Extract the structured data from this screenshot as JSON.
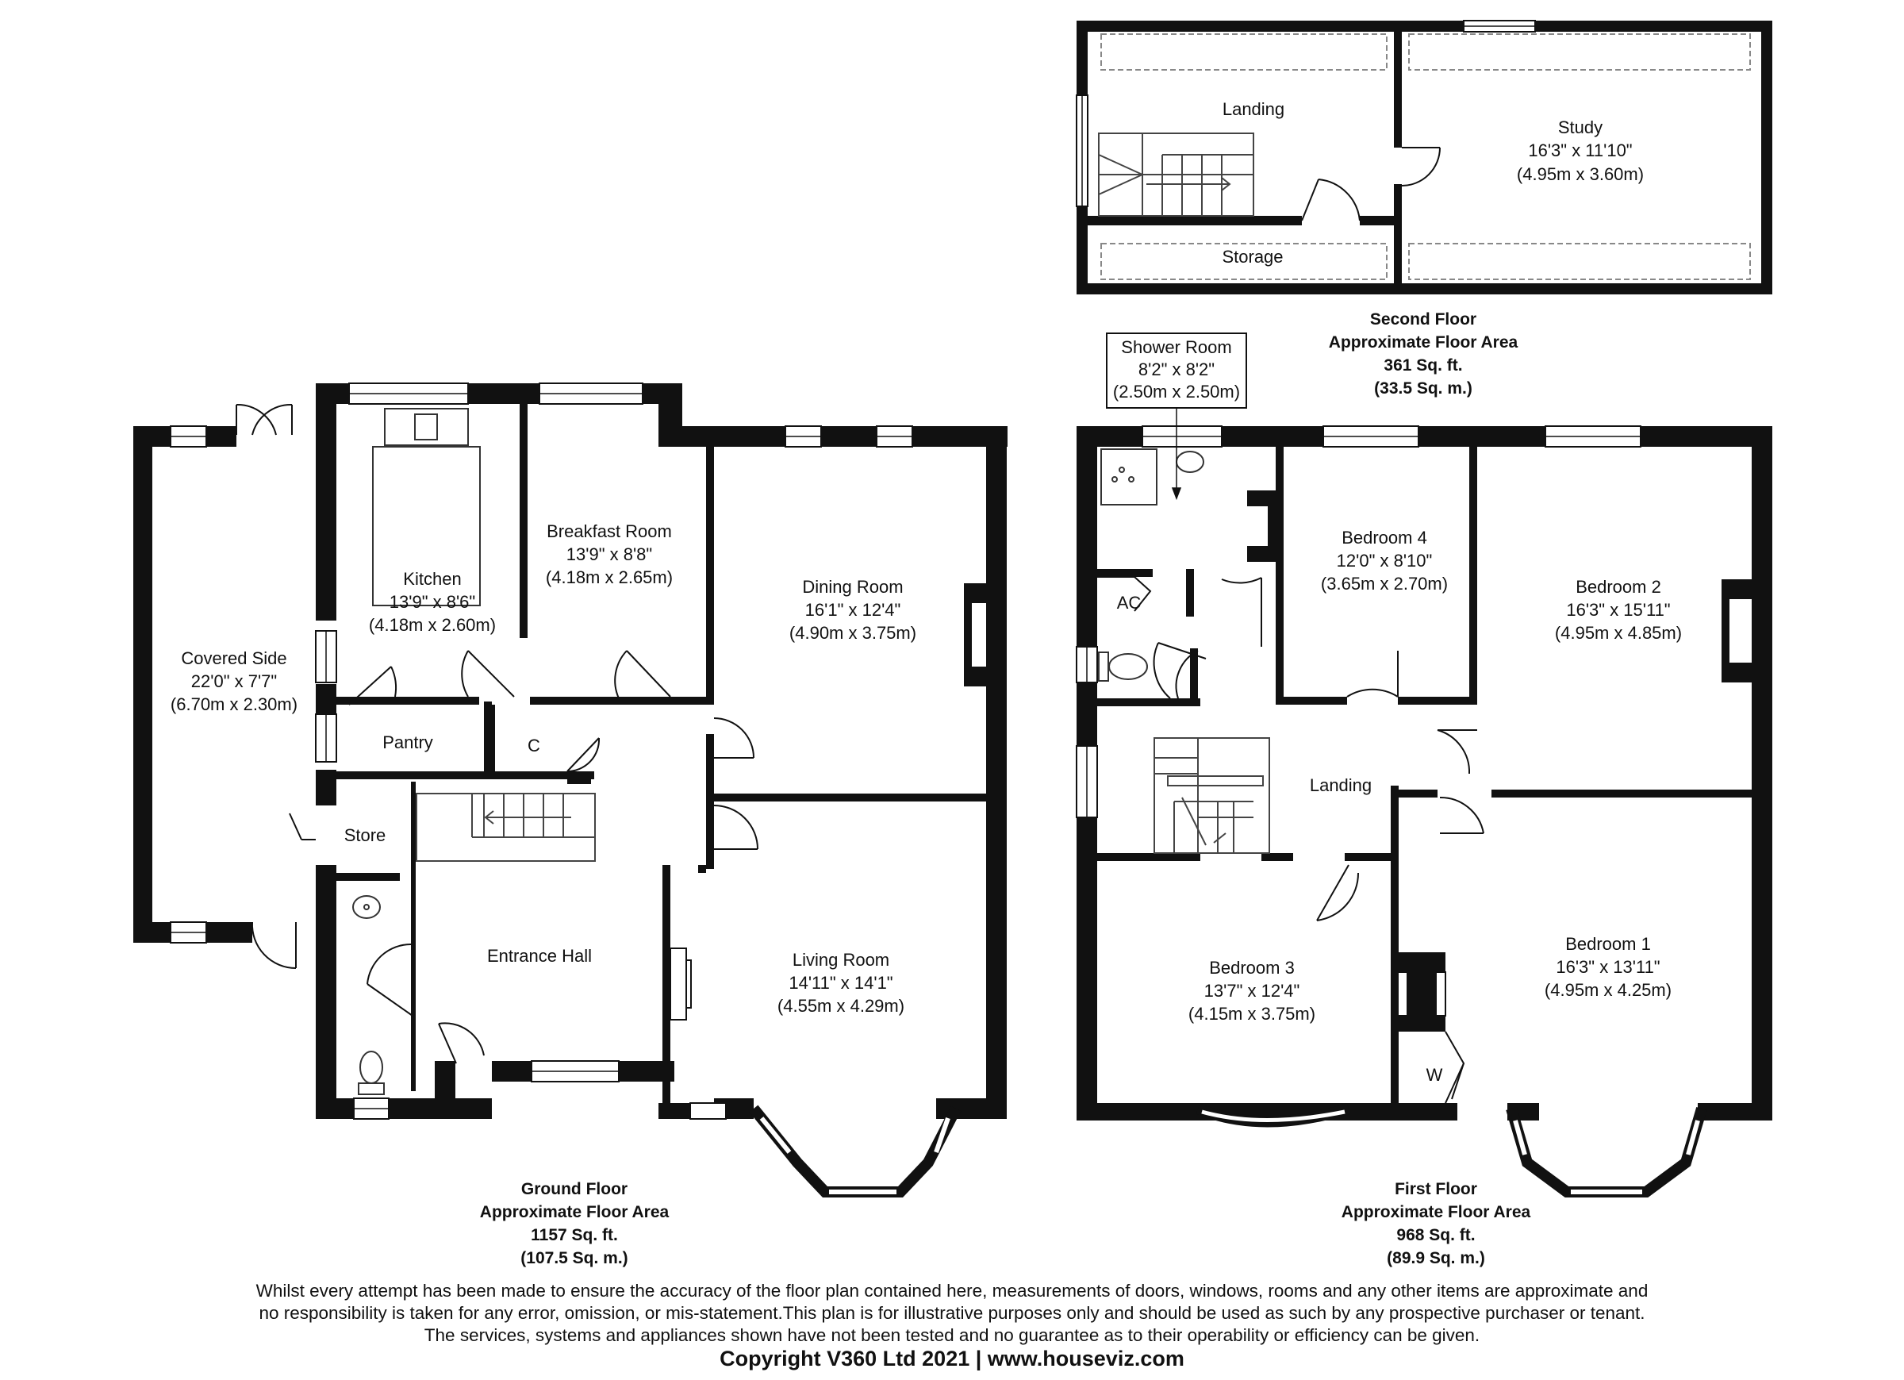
{
  "second_floor": {
    "rooms": {
      "landing": {
        "name": "Landing"
      },
      "storage": {
        "name": "Storage"
      },
      "study": {
        "name": "Study",
        "imperial": "16'3\" x 11'10\"",
        "metric": "(4.95m x 3.60m)"
      }
    },
    "area": {
      "title": "Second Floor",
      "subtitle": "Approximate Floor Area",
      "sqft": "361 Sq. ft.",
      "sqm": "(33.5 Sq. m.)"
    }
  },
  "ground_floor": {
    "rooms": {
      "covered_side": {
        "name": "Covered Side",
        "imperial": "22'0\" x 7'7\"",
        "metric": "(6.70m x 2.30m)"
      },
      "kitchen": {
        "name": "Kitchen",
        "imperial": "13'9\" x 8'6\"",
        "metric": "(4.18m x 2.60m)"
      },
      "breakfast_room": {
        "name": "Breakfast Room",
        "imperial": "13'9\" x 8'8\"",
        "metric": "(4.18m x 2.65m)"
      },
      "dining_room": {
        "name": "Dining Room",
        "imperial": "16'1\" x 12'4\"",
        "metric": "(4.90m x 3.75m)"
      },
      "pantry": {
        "name": "Pantry"
      },
      "cupboard": {
        "name": "C"
      },
      "store": {
        "name": "Store"
      },
      "entrance_hall": {
        "name": "Entrance Hall"
      },
      "living_room": {
        "name": "Living Room",
        "imperial": "14'11\" x 14'1\"",
        "metric": "(4.55m x 4.29m)"
      }
    },
    "area": {
      "title": "Ground Floor",
      "subtitle": "Approximate Floor Area",
      "sqft": "1157 Sq. ft.",
      "sqm": "(107.5 Sq. m.)"
    }
  },
  "first_floor": {
    "rooms": {
      "shower_room": {
        "name": "Shower Room",
        "imperial": "8'2\" x 8'2\"",
        "metric": "(2.50m x 2.50m)"
      },
      "ac": {
        "name": "AC"
      },
      "bedroom_4": {
        "name": "Bedroom 4",
        "imperial": "12'0\" x 8'10\"",
        "metric": "(3.65m x 2.70m)"
      },
      "bedroom_2": {
        "name": "Bedroom 2",
        "imperial": "16'3\" x 15'11\"",
        "metric": "(4.95m x 4.85m)"
      },
      "landing": {
        "name": "Landing"
      },
      "bedroom_3": {
        "name": "Bedroom 3",
        "imperial": "13'7\" x 12'4\"",
        "metric": "(4.15m x 3.75m)"
      },
      "bedroom_1": {
        "name": "Bedroom 1",
        "imperial": "16'3\" x 13'11\"",
        "metric": "(4.95m x 4.25m)"
      },
      "wardrobe": {
        "name": "W"
      }
    },
    "area": {
      "title": "First Floor",
      "subtitle": "Approximate Floor Area",
      "sqft": "968 Sq. ft.",
      "sqm": "(89.9 Sq. m.)"
    }
  },
  "disclaimer": {
    "line1": "Whilst every attempt has been made to ensure the accuracy of the floor plan contained here, measurements of doors, windows, rooms and any other items are approximate and",
    "line2": "no responsibility is taken for any error, omission, or mis-statement.This plan is for illustrative purposes only and should be used as such by any prospective purchaser or tenant.",
    "line3": "The services, systems and appliances shown have not been tested and no guarantee as to their operability or efficiency can be given."
  },
  "copyright": "Copyright V360 Ltd 2021 | www.houseviz.com"
}
